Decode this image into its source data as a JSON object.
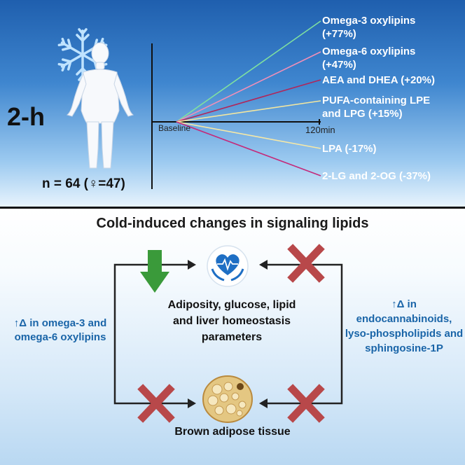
{
  "top_panel": {
    "timepoint": "2-h",
    "participants": "n = 64 (♀=47)",
    "axis": {
      "start_label": "Baseline",
      "end_label": "120min"
    },
    "lipid_changes": [
      {
        "line1": "Omega-3 oxylipins",
        "line2": "(+77%)",
        "color": "#7fe0a0"
      },
      {
        "line1": "Omega-6 oxylipins",
        "line2": "(+47%)",
        "color": "#f08fb8"
      },
      {
        "line1": "AEA and DHEA (+20%)",
        "line2": "",
        "color": "#b0265a"
      },
      {
        "line1": "PUFA-containing LPE",
        "line2": "and LPG (+15%)",
        "color": "#f2e6a0"
      },
      {
        "line1": "LPA (-17%)",
        "line2": "",
        "color": "#f6e8a6"
      },
      {
        "line1": "2-LG and 2-OG (-37%)",
        "line2": "",
        "color": "#c42a7a"
      }
    ]
  },
  "bottom_panel": {
    "title": "Cold-induced changes in signaling lipids",
    "center_box_label": "Adiposity, glucose, lipid and liver homeostasis parameters",
    "left_label": "↑Δ in omega-3 and omega-6 oxylipins",
    "right_label": "↑Δ  in endocannabinoids, lyso-phospholipids and sphingosine-1P",
    "bottom_box_label": "Brown adipose tissue",
    "colors": {
      "accent_text": "#1a65a8",
      "down_arrow": "#3a9a3a",
      "cross": "#b8484a"
    }
  }
}
